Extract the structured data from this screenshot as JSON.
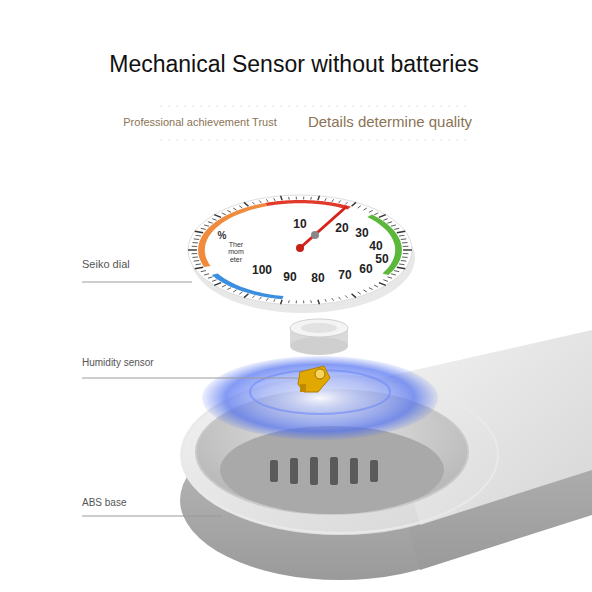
{
  "diagram": {
    "title": "Mechanical Sensor without batteries",
    "labels": [
      "Professional achievement Trust",
      "Details determine quality",
      "Seiko dial",
      "Humidity sensor",
      "ABS base",
      "%",
      "Ther mom eter",
      "10",
      "20",
      "30",
      "40",
      "50",
      "60",
      "70",
      "80",
      "90",
      "100"
    ]
  }
}
